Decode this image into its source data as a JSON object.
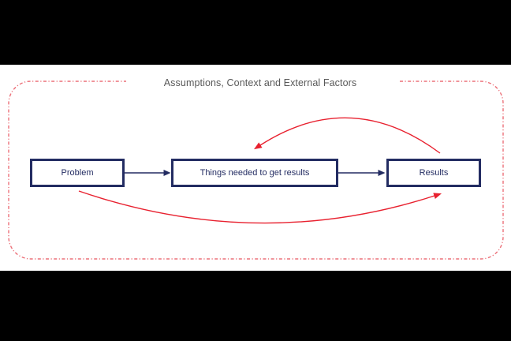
{
  "title": "Assumptions, Context and External Factors",
  "boxes": {
    "problem": "Problem",
    "things": "Things needed to get results",
    "results": "Results"
  },
  "colors": {
    "navy": "#232c62",
    "red": "#e8212f",
    "boundary_red": "#ec7079",
    "title_gray": "#595959",
    "letterbox_black": "#000000",
    "canvas_white": "#ffffff"
  }
}
